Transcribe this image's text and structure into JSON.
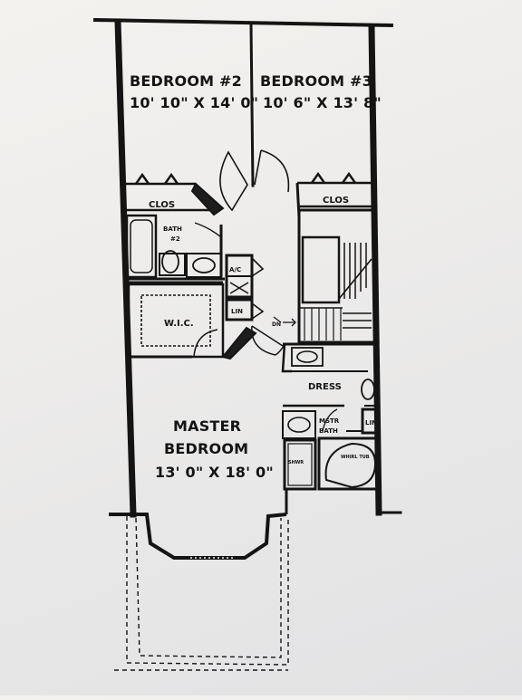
{
  "plan": {
    "rooms": {
      "bedroom2": {
        "name": "BEDROOM #2",
        "size": "10' 10\" X 14' 0\""
      },
      "bedroom3": {
        "name": "BEDROOM #3",
        "size": "10' 6\" X 13' 8\""
      },
      "master": {
        "name_line1": "MASTER",
        "name_line2": "BEDROOM",
        "size": "13' 0\" X 18' 0\""
      }
    },
    "labels": {
      "clos_left": "CLOS",
      "clos_right": "CLOS",
      "bath2_line1": "BATH",
      "bath2_line2": "#2",
      "ac": "A/C",
      "lin_hall": "LIN",
      "wic": "W.I.C.",
      "dn": "DN",
      "dress": "DRESS",
      "mstr_bath_line1": "MSTR",
      "mstr_bath_line2": "BATH",
      "lin_bath": "LIN",
      "shower": "SHWR",
      "tub": "WHIRL TUB"
    },
    "colors": {
      "ink": "#141414",
      "paper": "#f1f0ee"
    }
  }
}
